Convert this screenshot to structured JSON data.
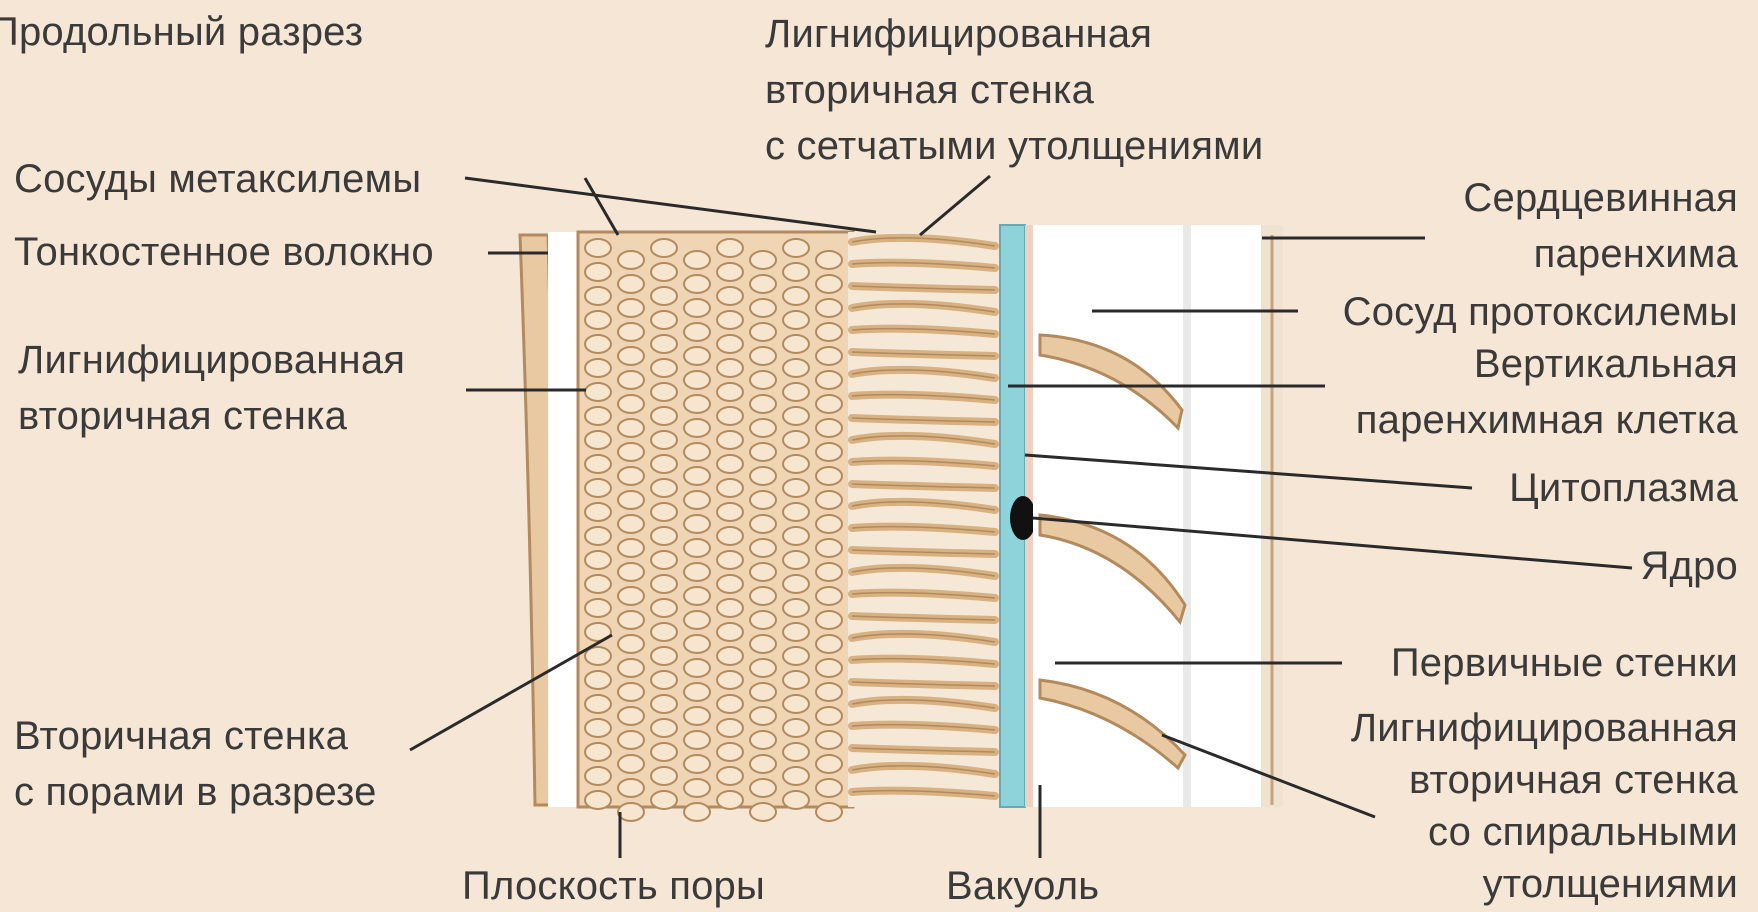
{
  "diagram": {
    "title": "Продольный разрез",
    "labels": {
      "lignified_reticulate": [
        "Лигнифицированная",
        "вторичная стенка",
        "с сетчатыми утолщениями"
      ],
      "metaxylem_vessels": "Сосуды метаксилемы",
      "thin_walled_fiber": "Тонкостенное волокно",
      "lignified_secondary": [
        "Лигнифицированная",
        "вторичная стенка"
      ],
      "secondary_pores": [
        "Вторичная стенка",
        "с порами в разрезе"
      ],
      "pore_plane": "Плоскость поры",
      "vacuole": "Вакуоль",
      "pith_parenchyma": [
        "Сердцевинная",
        "паренхима"
      ],
      "protoxylem_vessel": "Сосуд протоксилемы",
      "vertical_parenchyma": [
        "Вертикальная",
        "паренхимная клетка"
      ],
      "cytoplasm": "Цитоплазма",
      "nucleus": "Ядро",
      "primary_walls": "Первичные стенки",
      "lignified_spiral": [
        "Лигнифицированная",
        "вторичная стенка",
        "со спиральными",
        "утолщениями"
      ]
    },
    "colors": {
      "background": "#f6e6d6",
      "tissue": "#e9c9a2",
      "tissue_outline": "#b38a5d",
      "cytoplasm_band": "#8fd3da",
      "nucleus": "#111111",
      "leader_line": "#2a2a2a"
    }
  }
}
